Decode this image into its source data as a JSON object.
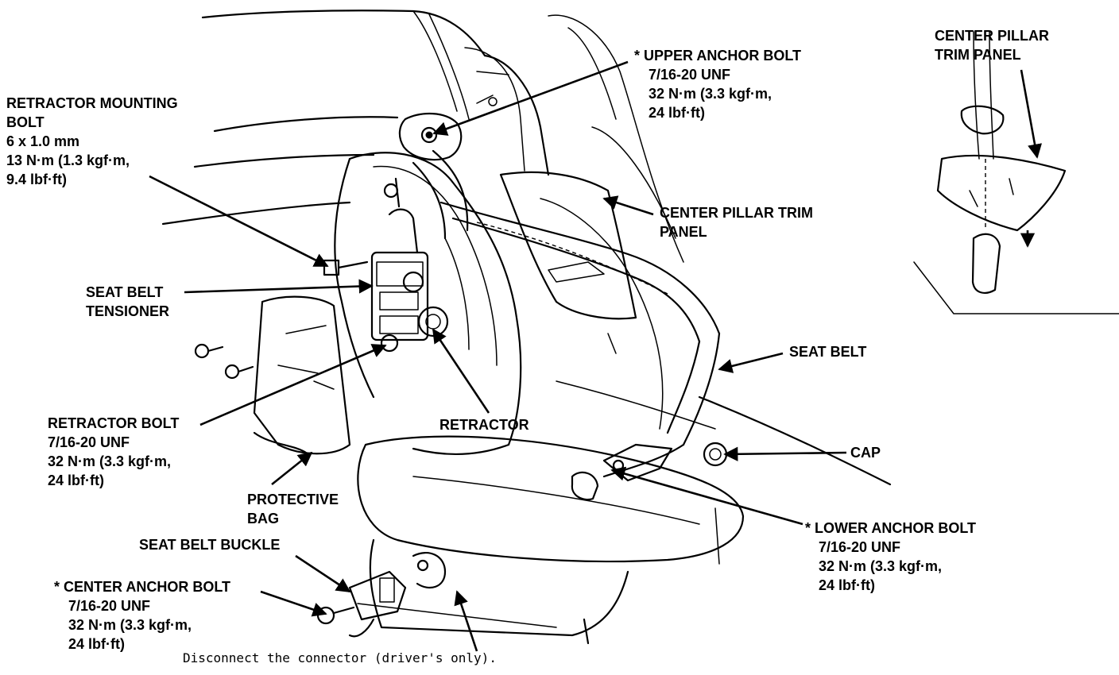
{
  "labels": {
    "retractor_mounting_bolt": [
      "RETRACTOR MOUNTING",
      "BOLT",
      "6 x 1.0 mm",
      "13 N·m (1.3 kgf·m,",
      "9.4 lbf·ft)"
    ],
    "upper_anchor_bolt": [
      "* UPPER ANCHOR BOLT",
      "7/16-20 UNF",
      "32 N·m (3.3 kgf·m,",
      "24 lbf·ft)"
    ],
    "center_pillar_trim_panel_inset": [
      "CENTER PILLAR",
      "TRIM PANEL"
    ],
    "center_pillar_trim_panel": [
      "CENTER PILLAR TRIM",
      "PANEL"
    ],
    "seat_belt_tensioner": [
      "SEAT BELT",
      "TENSIONER"
    ],
    "seat_belt": [
      "SEAT BELT"
    ],
    "retractor_bolt": [
      "RETRACTOR BOLT",
      "7/16-20 UNF",
      "32 N·m (3.3 kgf·m,",
      "24 lbf·ft)"
    ],
    "retractor": [
      "RETRACTOR"
    ],
    "cap": [
      "CAP"
    ],
    "protective_bag": [
      "PROTECTIVE",
      "BAG"
    ],
    "lower_anchor_bolt": [
      "* LOWER ANCHOR BOLT",
      "7/16-20 UNF",
      "32 N·m (3.3 kgf·m,",
      "24 lbf·ft)"
    ],
    "seat_belt_buckle": [
      "SEAT BELT BUCKLE"
    ],
    "center_anchor_bolt": [
      "* CENTER ANCHOR BOLT",
      "7/16-20 UNF",
      "32 N·m (3.3 kgf·m,",
      "24 lbf·ft)"
    ]
  },
  "note": "Disconnect the connector (driver's only)."
}
